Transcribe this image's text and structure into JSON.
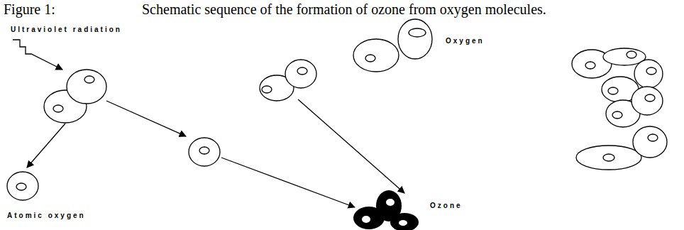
{
  "diagram": {
    "title": "Schematic sequence of the formation of ozone from oxygen molecules.",
    "labels": [
      "Figure 1:",
      "Ultraviolet radiation",
      "Oxygen",
      "Atomic oxygen",
      "Ozone"
    ]
  }
}
